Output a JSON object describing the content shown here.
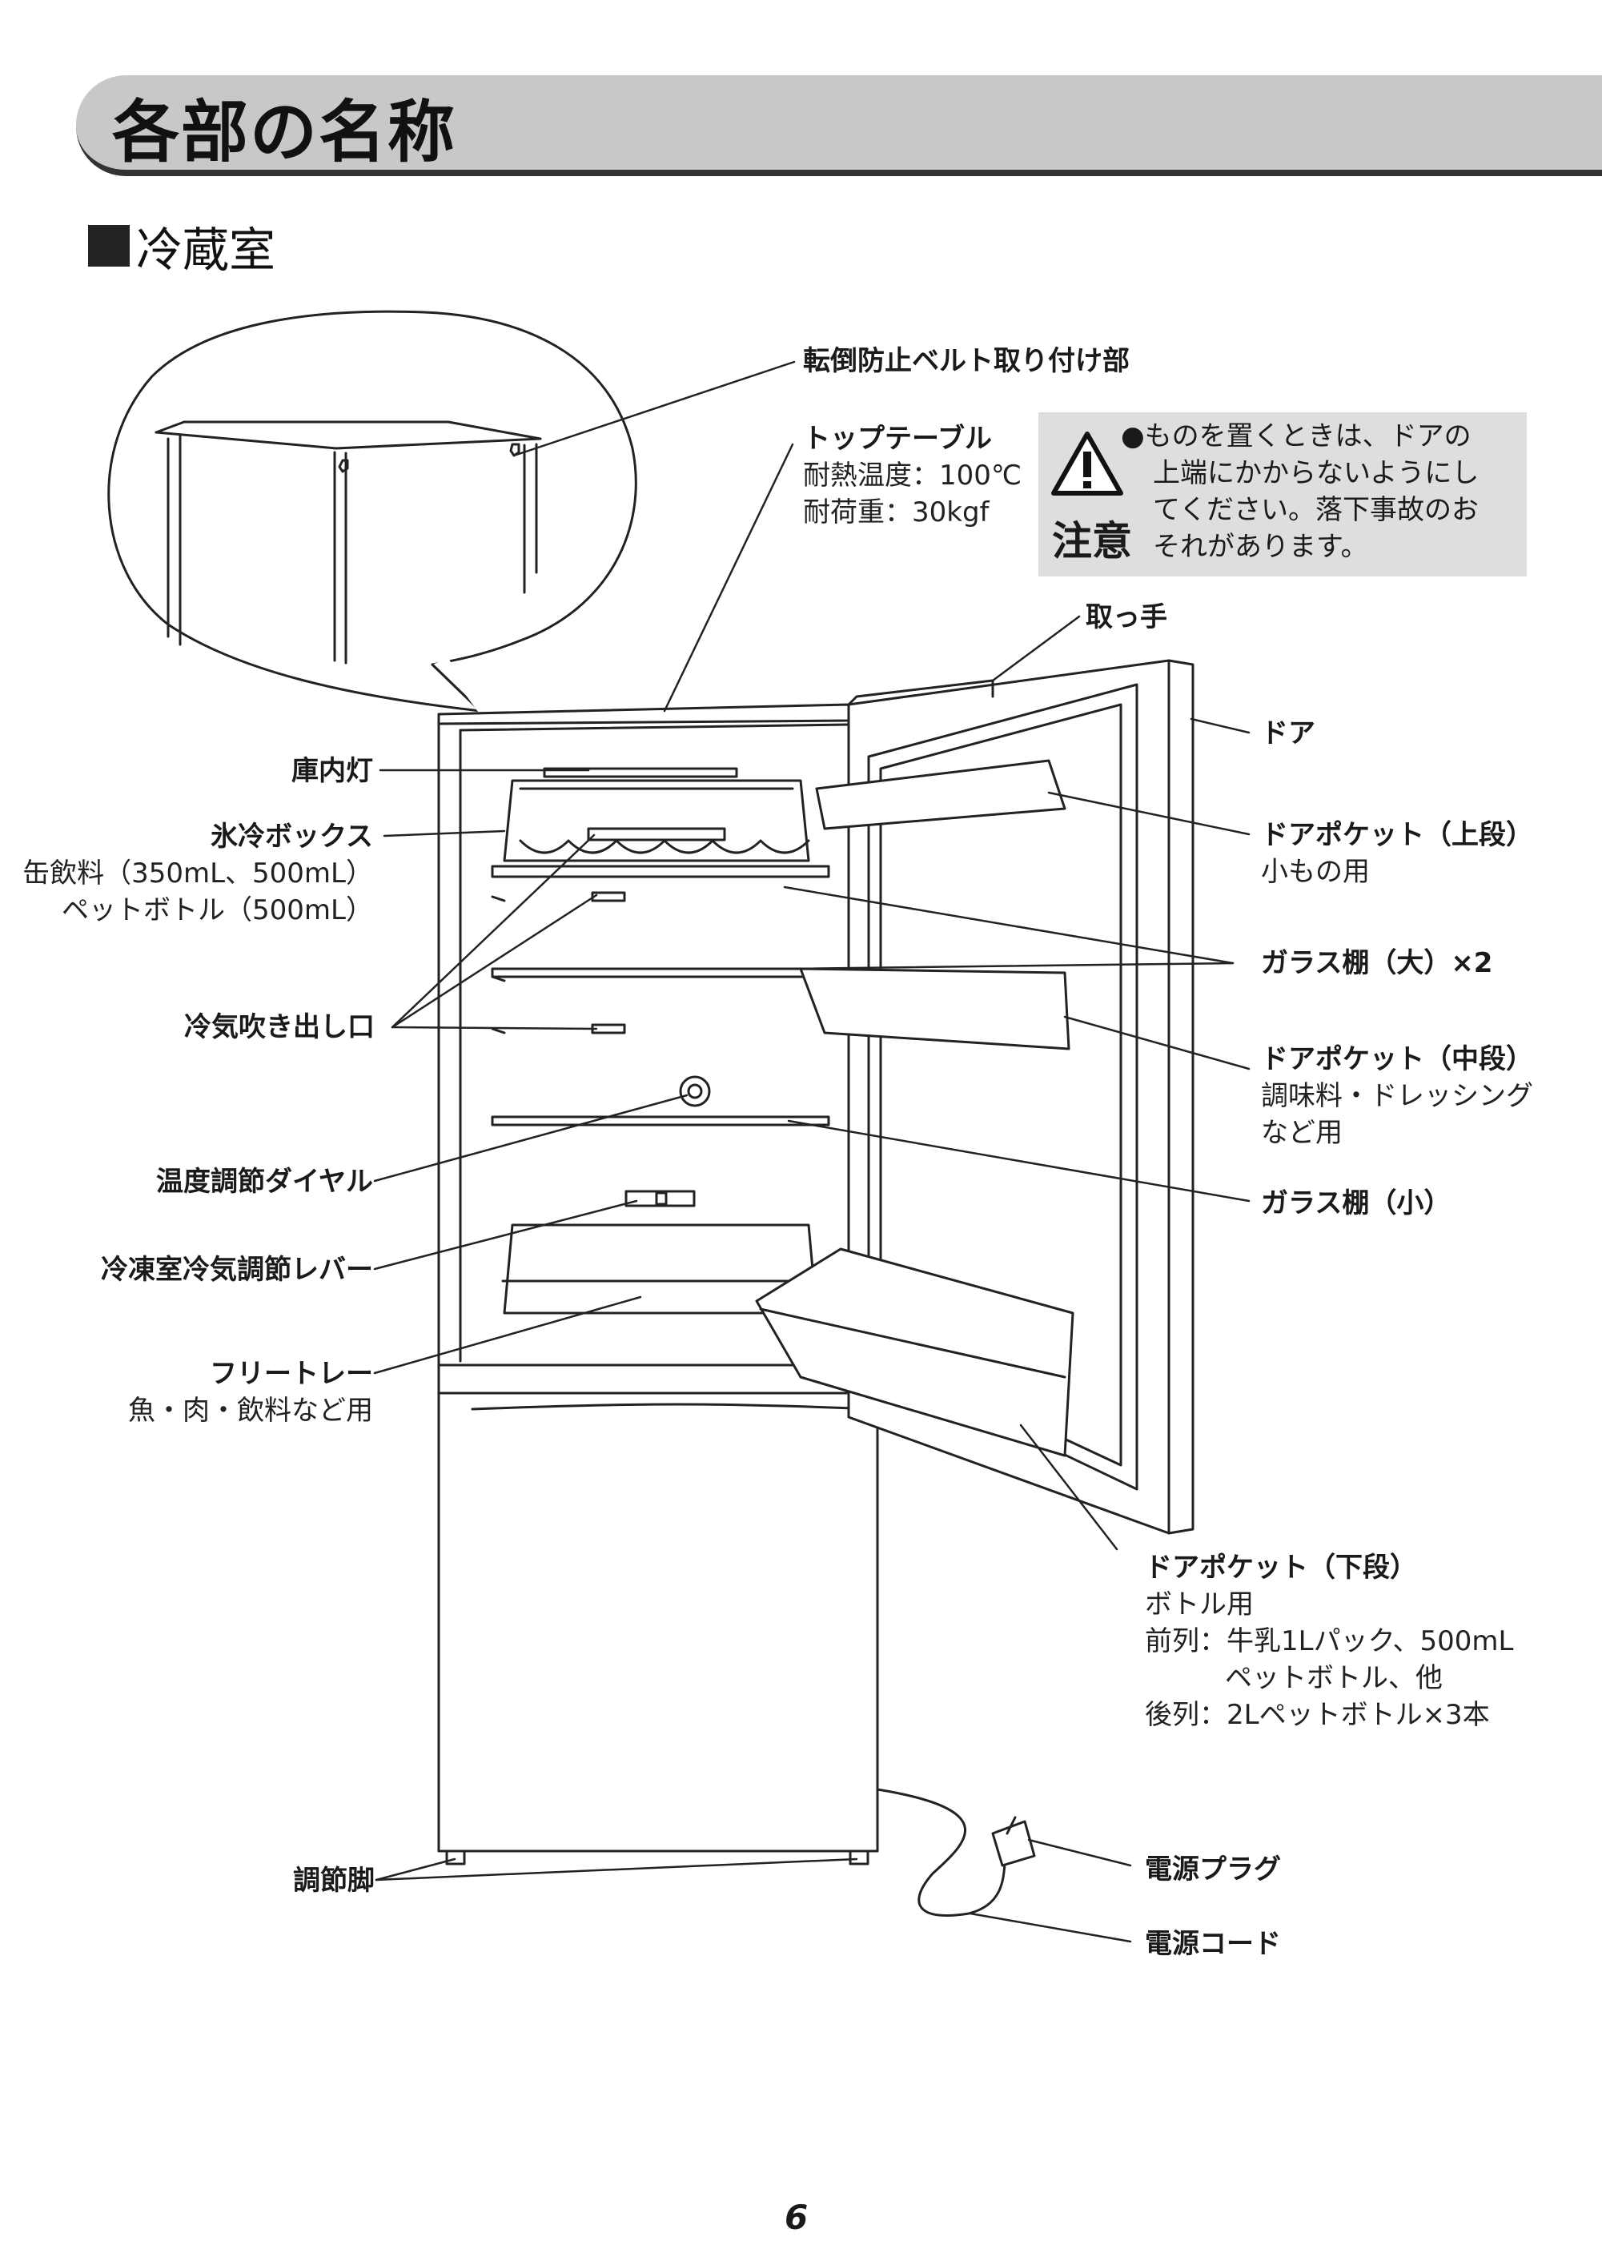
{
  "header": {
    "title": "各部の名称"
  },
  "section": {
    "title": "冷蔵室"
  },
  "labels": {
    "tentou_belt": "転倒防止ベルト取り付け部",
    "top_table": "トップテーブル",
    "top_table_temp": "耐熱温度：100℃",
    "top_table_load": "耐荷重：30kgf",
    "handle": "取っ手",
    "door": "ドア",
    "interior_light": "庫内灯",
    "ice_box": "氷冷ボックス",
    "ice_box_note1": "缶飲料（350mL、500mL）",
    "ice_box_note2": "ペットボトル（500mL）",
    "door_pocket_upper": "ドアポケット（上段）",
    "door_pocket_upper_note": "小もの用",
    "glass_shelf_large": "ガラス棚（大）×2",
    "cold_air_outlet": "冷気吹き出し口",
    "door_pocket_middle": "ドアポケット（中段）",
    "door_pocket_middle_note1": "調味料・ドレッシング",
    "door_pocket_middle_note2": "など用",
    "temp_dial": "温度調節ダイヤル",
    "glass_shelf_small": "ガラス棚（小）",
    "freezer_lever": "冷凍室冷気調節レバー",
    "free_tray": "フリートレー",
    "free_tray_note": "魚・肉・飲料など用",
    "door_pocket_lower": "ドアポケット（下段）",
    "door_pocket_lower_note1": "ボトル用",
    "door_pocket_lower_note2": "前列：牛乳1Lパック、500mL",
    "door_pocket_lower_note3": "ペットボトル、他",
    "door_pocket_lower_note4": "後列：2Lペットボトル×3本",
    "adjust_foot": "調節脚",
    "power_plug": "電源プラグ",
    "power_cord": "電源コード"
  },
  "caution": {
    "word": "注意",
    "line1": "●ものを置くときは、ドアの",
    "line2": "上端にかからないようにし",
    "line3": "てください。落下事故のお",
    "line4": "それがあります。"
  },
  "page_number": "6"
}
